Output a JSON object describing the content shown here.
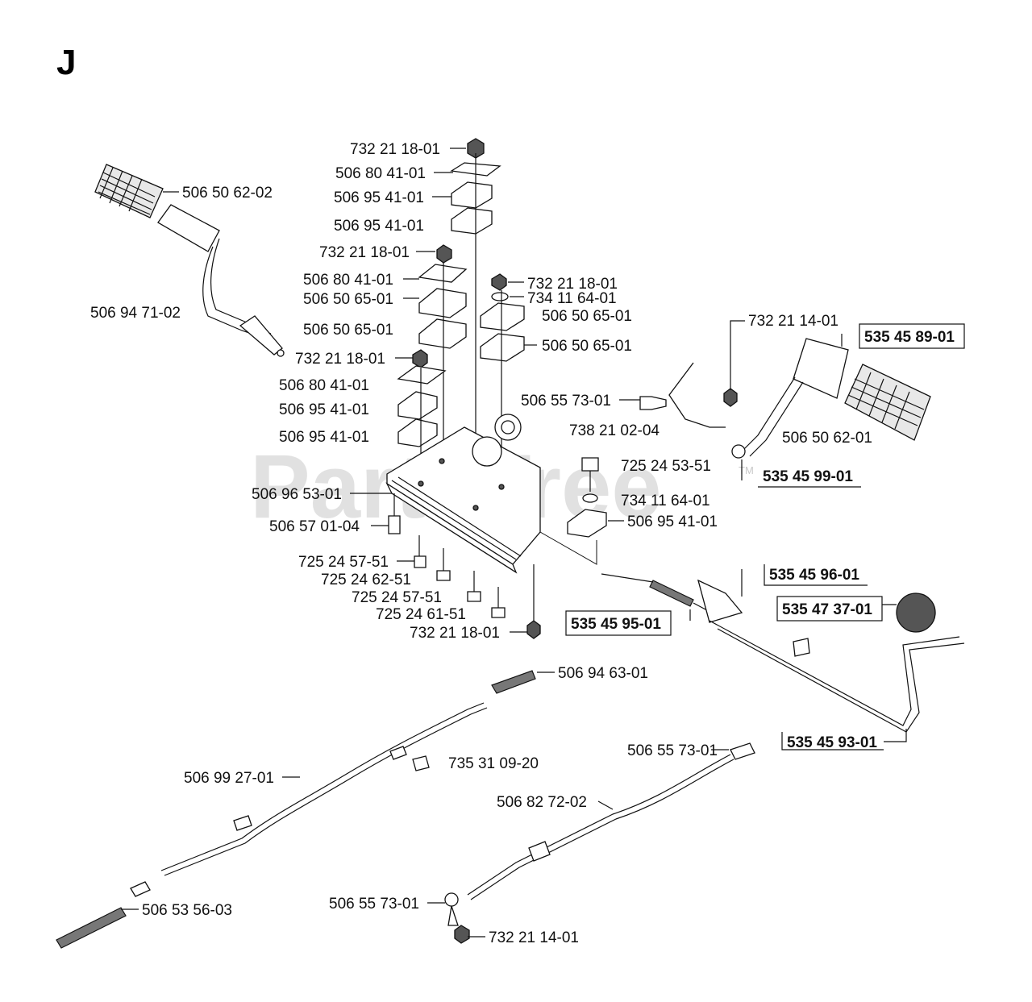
{
  "section_letter": "J",
  "watermark": "PartsTree",
  "watermark_tm": "TM",
  "labels": {
    "l01": "732 21 18-01",
    "l02": "506 80 41-01",
    "l03": "506 95 41-01",
    "l04": "506 95 41-01",
    "l05": "506 50 62-02",
    "l06": "732 21 18-01",
    "l07": "506 80 41-01",
    "l08": "506 50 65-01",
    "l09": "506 50 65-01",
    "l10": "506 94 71-02",
    "l11": "732 21 18-01",
    "l12": "506 80 41-01",
    "l13": "506 95 41-01",
    "l14": "506 95 41-01",
    "l15": "732 21 18-01",
    "l16": "734 11 64-01",
    "l17": "506 50 65-01",
    "l18": "506 50 65-01",
    "l19": "732 21 14-01",
    "l20": "506 55 73-01",
    "l21": "738 21 02-04",
    "l22": "506 50 62-01",
    "l23": "725 24 53-51",
    "l24": "734 11 64-01",
    "l25": "506 95 41-01",
    "l26": "506 96 53-01",
    "l27": "506 57 01-04",
    "l28": "725 24 57-51",
    "l29": "725 24 62-51",
    "l30": "725 24 57-51",
    "l31": "725 24 61-51",
    "l32": "732 21 18-01",
    "l33": "506 94 63-01",
    "l34": "735 31 09-20",
    "l35": "506 99 27-01",
    "l36": "506 55 73-01",
    "l37": "506 82 72-02",
    "l38": "506 53 56-03",
    "l39": "506 55 73-01",
    "l40": "732 21 14-01"
  },
  "boxed_labels": {
    "b1": "535 45 89-01",
    "b2": "535 45 99-01",
    "b3": "535 45 96-01",
    "b4": "535 47 37-01",
    "b5": "535 45 95-01",
    "b6": "535 45 93-01"
  }
}
